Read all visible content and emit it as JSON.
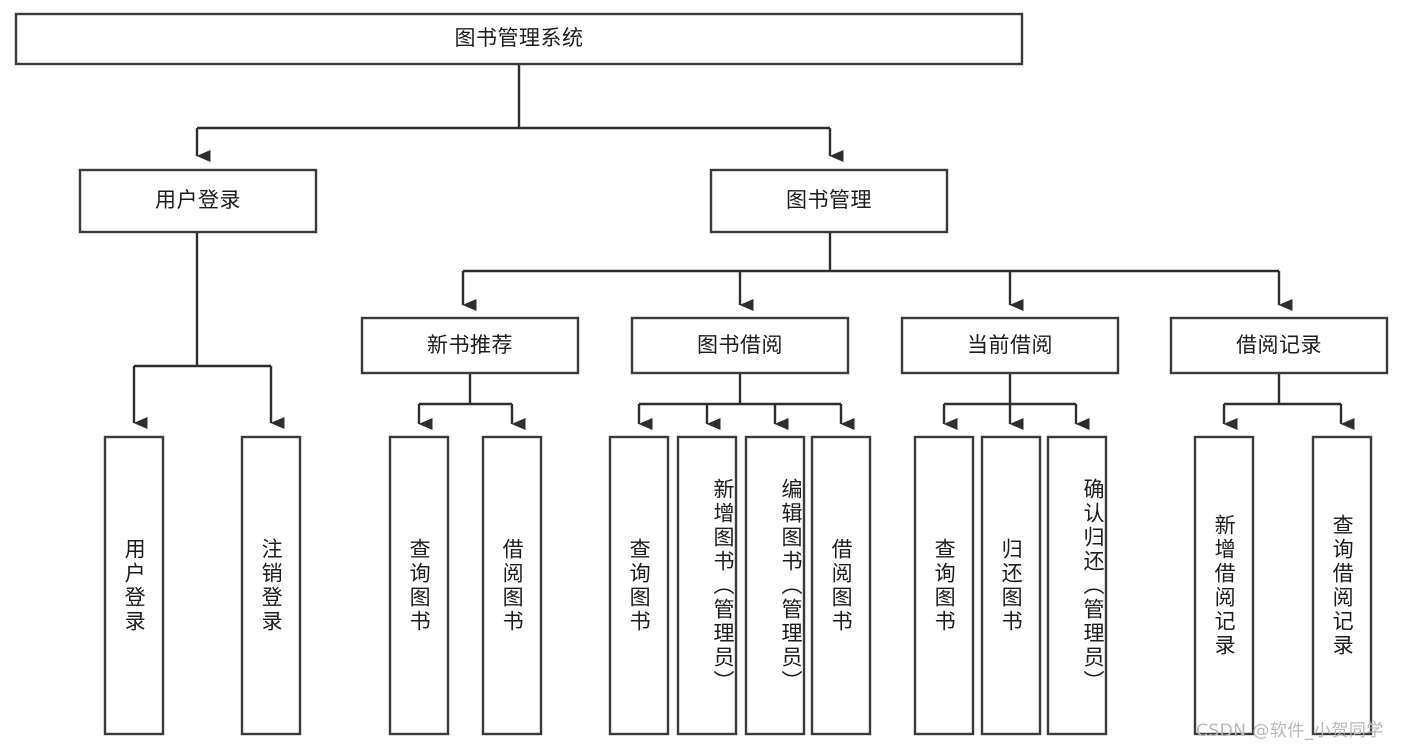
{
  "diagram": {
    "type": "tree-hierarchy-diagram",
    "title": "图书管理系统",
    "watermark": "CSDN @软件_小贺同学",
    "colors": {
      "box_stroke": "#3a3a3a",
      "connector": "#2e2e2e",
      "box_fill": "#ffffff",
      "text": "#1c1c1c",
      "watermark": "#b8b8b8",
      "background": "#ffffff"
    },
    "levels": {
      "root": {
        "label": "图书管理系统",
        "orientation": "horizontal"
      },
      "level2": [
        {
          "label": "用户登录",
          "orientation": "horizontal"
        },
        {
          "label": "图书管理",
          "orientation": "horizontal"
        }
      ],
      "level3": [
        {
          "label": "新书推荐",
          "orientation": "horizontal",
          "parent": "图书管理"
        },
        {
          "label": "图书借阅",
          "orientation": "horizontal",
          "parent": "图书管理"
        },
        {
          "label": "当前借阅",
          "orientation": "horizontal",
          "parent": "图书管理"
        },
        {
          "label": "借阅记录",
          "orientation": "horizontal",
          "parent": "图书管理"
        }
      ],
      "leaves": [
        {
          "label": "用户登录",
          "orientation": "vertical",
          "parent": "用户登录"
        },
        {
          "label": "注销登录",
          "orientation": "vertical",
          "parent": "用户登录"
        },
        {
          "label": "查询图书",
          "orientation": "vertical",
          "parent": "新书推荐"
        },
        {
          "label": "借阅图书",
          "orientation": "vertical",
          "parent": "新书推荐"
        },
        {
          "label": "查询图书",
          "orientation": "vertical",
          "parent": "图书借阅"
        },
        {
          "label": "新增图书（管理员）",
          "orientation": "vertical",
          "parent": "图书借阅"
        },
        {
          "label": "编辑图书（管理员）",
          "orientation": "vertical",
          "parent": "图书借阅"
        },
        {
          "label": "借阅图书",
          "orientation": "vertical",
          "parent": "图书借阅"
        },
        {
          "label": "查询图书",
          "orientation": "vertical",
          "parent": "当前借阅"
        },
        {
          "label": "归还图书",
          "orientation": "vertical",
          "parent": "当前借阅"
        },
        {
          "label": "确认归还（管理员）",
          "orientation": "vertical",
          "parent": "当前借阅"
        },
        {
          "label": "新增借阅记录",
          "orientation": "vertical",
          "parent": "借阅记录"
        },
        {
          "label": "查询借阅记录",
          "orientation": "vertical",
          "parent": "借阅记录"
        }
      ]
    }
  }
}
